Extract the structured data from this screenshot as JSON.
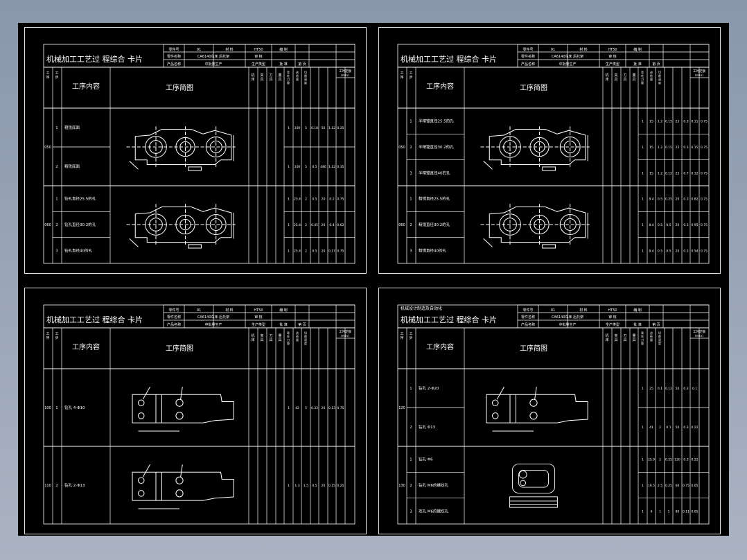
{
  "header": {
    "title": "机械加工工艺过 程综合 卡片",
    "part_no_label": "零件号",
    "part_no_value": "01",
    "material_label": "材 料",
    "material_value": "HT50",
    "compiled_label": "编 制",
    "machine_value": "CA6140车床 后托架",
    "part_name_label": "零件名称",
    "product_name_label": "产品名称",
    "batch_value": "中批量生产",
    "production_type_label": "生产类型",
    "checked_label": "审 核",
    "approved_label": "批 准",
    "page_label": "第 页"
  },
  "columns": {
    "process_no": "工序",
    "step_no": "工步",
    "content": "工序内容",
    "sketch": "工序简图",
    "machine": "机床",
    "fixture": "夹具",
    "tool": "刀具",
    "gauge": "量具",
    "cut_depth": "背吃刀量",
    "feed": "进给量",
    "speed": "切削速度",
    "time_quota": "工时定额",
    "unit": "(min)"
  },
  "sheets": [
    {
      "name": "sheet-1",
      "processes": [
        {
          "no": "050",
          "steps": [
            {
              "no": "1",
              "content": "粗铣底面",
              "values": [
                "1",
                "100",
                "5",
                "0.18",
                "50",
                "1.12",
                "0.25"
              ]
            },
            {
              "no": "2",
              "content": "精铣底面",
              "values": [
                "1",
                "100",
                "5",
                "0.5",
                "480",
                "1.12",
                "0.35"
              ]
            }
          ]
        },
        {
          "no": "060",
          "steps": [
            {
              "no": "1",
              "content": "钻孔直径25.5的孔",
              "values": [
                "1",
                "25.4",
                "2",
                "0.5",
                "20",
                "0.2",
                "0.75"
              ]
            },
            {
              "no": "2",
              "content": "钻孔直径30.2的孔",
              "values": [
                "1",
                "25.4",
                "2",
                "0.45",
                "20",
                "0.4",
                "0.62"
              ]
            },
            {
              "no": "3",
              "content": "钻孔直径40的孔",
              "values": [
                "1",
                "25.4",
                "2",
                "0.5",
                "20",
                "0.17",
                "0.75"
              ]
            }
          ]
        }
      ]
    },
    {
      "name": "sheet-2",
      "processes": [
        {
          "no": "050",
          "steps": [
            {
              "no": "1",
              "content": "半精镗直径25.5的孔",
              "values": [
                "1",
                "15",
                "1.2",
                "0.15",
                "25",
                "0.3",
                "0.11",
                "0.75"
              ]
            },
            {
              "no": "2",
              "content": "半精镗直径30.2的孔",
              "values": [
                "1",
                "15",
                "1.2",
                "0.15",
                "25",
                "0.3",
                "0.15",
                "0.75"
              ]
            },
            {
              "no": "3",
              "content": "半精镗直径40的孔",
              "values": [
                "1",
                "15",
                "1.2",
                "0.12",
                "25",
                "0.7",
                "0.12",
                "0.75"
              ]
            }
          ]
        },
        {
          "no": "060",
          "steps": [
            {
              "no": "1",
              "content": "精镗直径25.5的孔",
              "values": [
                "1",
                "8.4",
                "0.5",
                "0.25",
                "20",
                "0.3",
                "0.82",
                "0.75"
              ]
            },
            {
              "no": "2",
              "content": "精镗直径30.2的孔",
              "values": [
                "1",
                "8.4",
                "0.5",
                "0.5",
                "20",
                "0.3",
                "0.95",
                "0.75"
              ]
            },
            {
              "no": "3",
              "content": "精镗直径40的孔",
              "values": [
                "1",
                "8.4",
                "0.5",
                "0.5",
                "20",
                "0.3",
                "0.54",
                "0.75"
              ]
            }
          ]
        }
      ]
    },
    {
      "name": "sheet-3",
      "processes": [
        {
          "no": "100",
          "steps": [
            {
              "no": "1",
              "content": "钻孔 4-Φ10",
              "values": [
                "1",
                "42",
                "5",
                "0.33",
                "20",
                "0.13",
                "0.75"
              ]
            }
          ]
        },
        {
          "no": "110",
          "steps": [
            {
              "no": "2",
              "content": "钻孔 2-Φ13",
              "values": [
                "1",
                "1.3",
                "1.5",
                "0.5",
                "20",
                "0.15",
                "0.25"
              ]
            }
          ]
        }
      ]
    },
    {
      "name": "sheet-4",
      "processes": [
        {
          "no": "120",
          "steps": [
            {
              "no": "1",
              "content": "钻孔 2-Φ20",
              "values": [
                "1",
                "25",
                "0.1",
                "0.12",
                "50",
                "0.3",
                "0.1"
              ]
            },
            {
              "no": "2",
              "content": "钻孔 Φ13",
              "values": [
                "1",
                "41",
                "2",
                "0.1",
                "50",
                "0.3",
                "0.22"
              ]
            }
          ]
        },
        {
          "no": "130",
          "steps": [
            {
              "no": "1",
              "content": "钻孔 Φ6",
              "values": [
                "1",
                "25.9",
                "2",
                "0.25",
                "120",
                "0.3",
                "0.22"
              ]
            },
            {
              "no": "2",
              "content": "钻孔 M6的螺纹孔",
              "values": [
                "1",
                "16.5",
                "2.5",
                "0.25",
                "60",
                "0.75",
                "0.05"
              ]
            },
            {
              "no": "3",
              "content": "攻孔 M6的螺纹孔",
              "values": [
                "1",
                "6",
                "1",
                "1",
                "80",
                "0.11",
                "0.05"
              ]
            }
          ]
        }
      ]
    }
  ],
  "sheet4_caption": "机械设计制造及自动化"
}
